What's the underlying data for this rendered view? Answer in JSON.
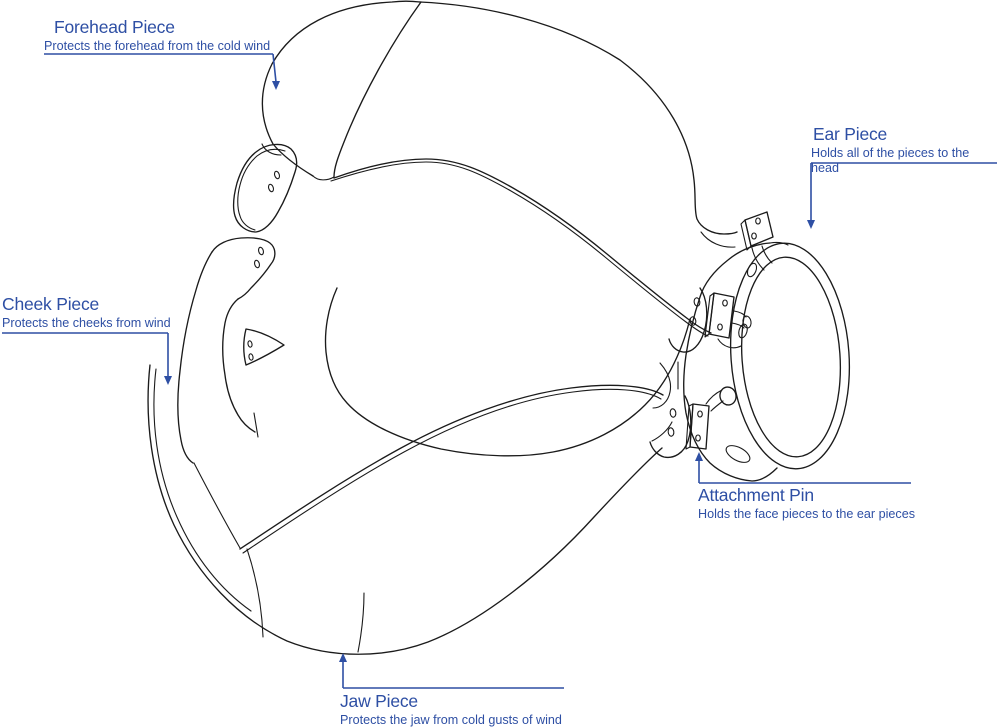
{
  "diagram": {
    "subject": "Wind protection face mask — exploded line drawing with part callouts",
    "colors": {
      "label_blue": "#2E4FA4",
      "line_black": "#1b1b1b",
      "background": "#ffffff"
    },
    "parts": [
      {
        "id": "forehead",
        "title": "Forehead Piece",
        "description": "Protects the forehead from the cold wind"
      },
      {
        "id": "ear",
        "title": "Ear Piece",
        "description": "Holds all of the pieces to the head"
      },
      {
        "id": "cheek",
        "title": "Cheek Piece",
        "description": "Protects the cheeks from wind"
      },
      {
        "id": "attachment",
        "title": "Attachment Pin",
        "description": "Holds the face pieces to the ear pieces"
      },
      {
        "id": "jaw",
        "title": "Jaw Piece",
        "description": "Protects the jaw from cold gusts of wind"
      }
    ]
  },
  "labels": {
    "forehead": {
      "title": "Forehead Piece",
      "description": "Protects the forehead from the cold wind"
    },
    "ear": {
      "title": "Ear Piece",
      "description": "Holds all of the pieces to the head"
    },
    "cheek": {
      "title": "Cheek Piece",
      "description": "Protects the cheeks from wind"
    },
    "attachment": {
      "title": "Attachment Pin",
      "description": "Holds the face pieces to the ear pieces"
    },
    "jaw": {
      "title": "Jaw Piece",
      "description": "Protects the jaw from cold gusts of wind"
    }
  }
}
